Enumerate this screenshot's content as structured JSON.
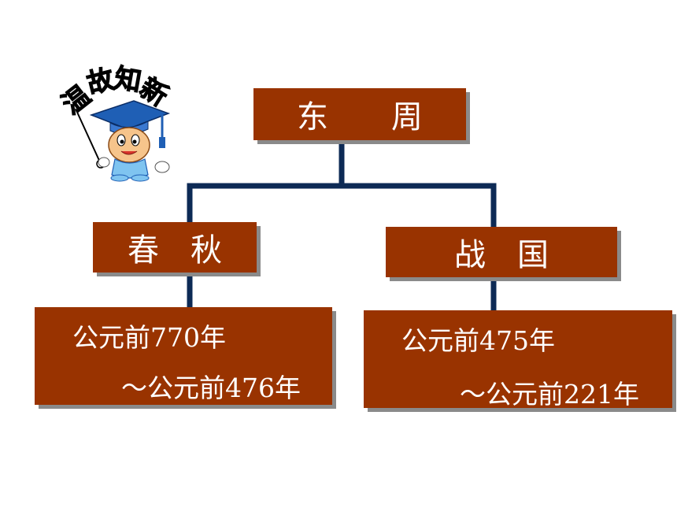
{
  "badge": {
    "chars": [
      "温",
      "故",
      "知",
      "新"
    ]
  },
  "root": {
    "label": "东　　周"
  },
  "branches": [
    {
      "label": "春　秋",
      "date_start": "公元前770年",
      "date_end": "～公元前476年"
    },
    {
      "label": "战　国",
      "date_start": "公元前475年",
      "date_end": "～公元前221年"
    }
  ],
  "colors": {
    "box": "#993300",
    "connector": "#0d2a55",
    "shadow": "#8a8a8a"
  }
}
